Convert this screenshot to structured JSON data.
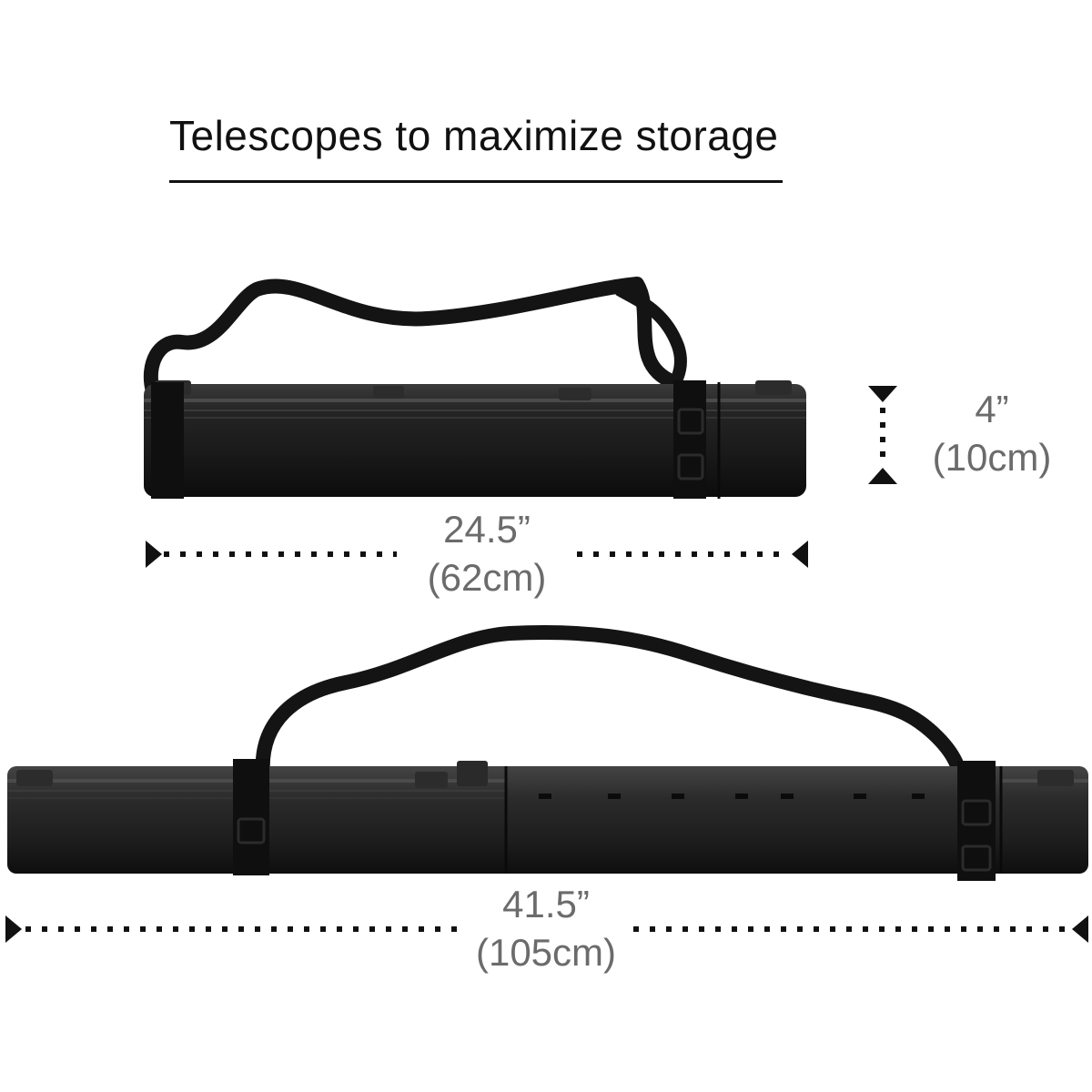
{
  "heading": "Telescopes to maximize storage",
  "dimensions": {
    "collapsed_length": {
      "imperial": "24.5”",
      "metric": "(62cm)"
    },
    "extended_length": {
      "imperial": "41.5”",
      "metric": "(105cm)"
    },
    "diameter": {
      "imperial": "4”",
      "metric": "(10cm)"
    }
  },
  "colors": {
    "tube": "#1b1b1b",
    "text": "#111111",
    "dimension_text": "#6b6b6b",
    "arrow": "#111111"
  }
}
